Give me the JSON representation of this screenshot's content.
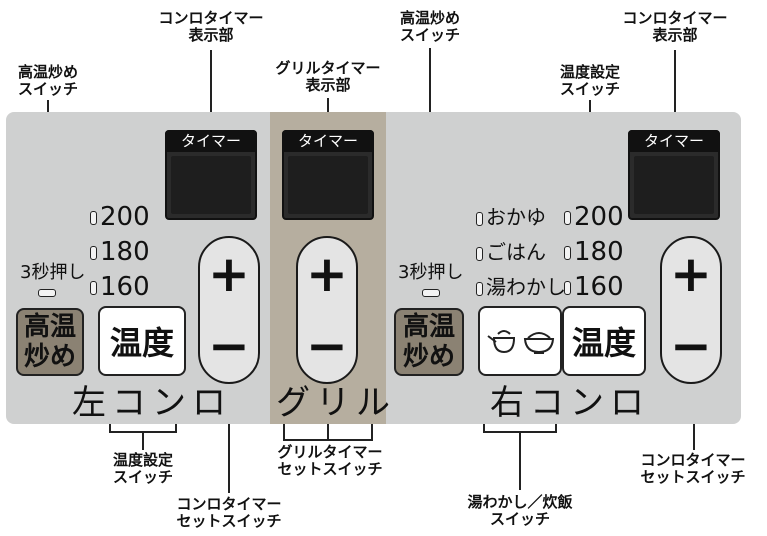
{
  "callouts": {
    "left_timer_display": "コンロタイマー\n表示部",
    "left_high_heat": "高温炒め\nスイッチ",
    "grill_timer_display": "グリルタイマー\n表示部",
    "right_high_heat": "高温炒め\nスイッチ",
    "right_timer_display": "コンロタイマー\n表示部",
    "right_temp_setting": "温度設定\nスイッチ",
    "left_temp_setting": "温度設定\nスイッチ",
    "left_timer_set": "コンロタイマー\nセットスイッチ",
    "grill_timer_set": "グリルタイマー\nセットスイッチ",
    "kettle_rice": "湯わかし／炊飯\nスイッチ",
    "right_timer_set": "コンロタイマー\nセットスイッチ"
  },
  "panel": {
    "timer_label": "タイマー",
    "plus": "+",
    "minus": "−",
    "temps": [
      "200",
      "180",
      "160"
    ],
    "hold_label": "3秒押し",
    "high_heat_line1": "高温",
    "high_heat_line2": "炒め",
    "temp_button": "温度",
    "rice_modes": [
      "おかゆ",
      "ごはん",
      "湯わかし"
    ],
    "kettle_rice_icons": "kettle-and-rice-bowl-icons",
    "zones": {
      "left": "左コンロ",
      "grill": "グリル",
      "right": "右コンロ"
    }
  },
  "colors": {
    "panel": "#cfd0d0",
    "grill_band": "#b6ae9f",
    "high_heat_button": "#8b8273",
    "timer_display": "#2b2b2b"
  }
}
